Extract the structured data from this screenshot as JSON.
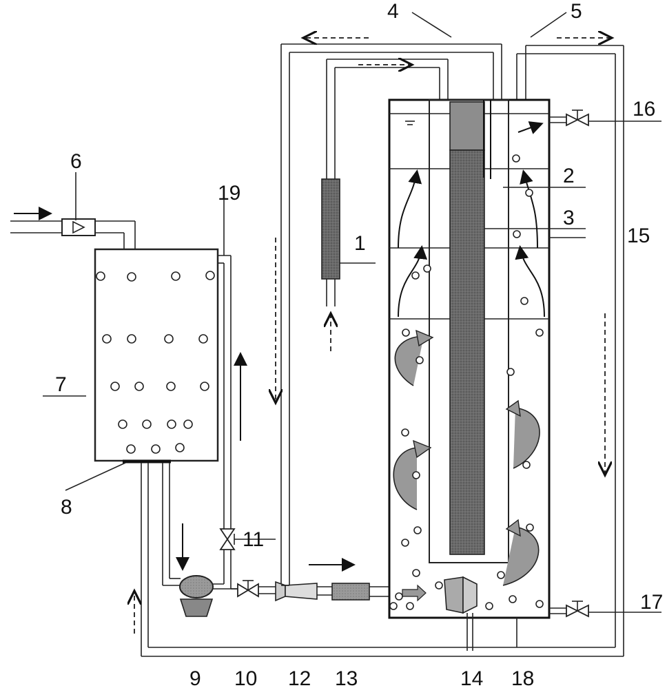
{
  "labels": {
    "l1": "1",
    "l2": "2",
    "l3": "3",
    "l4": "4",
    "l5": "5",
    "l6": "6",
    "l7": "7",
    "l8": "8",
    "l9": "9",
    "l10": "10",
    "l11": "11",
    "l12": "12",
    "l13": "13",
    "l14": "14",
    "l15": "15",
    "l16": "16",
    "l17": "17",
    "l18": "18",
    "l19": "19"
  },
  "colors": {
    "line": "#222222",
    "reactor_core": "#5a5a5a",
    "core_top": "#8a8a8a",
    "fill_light": "#b5b5b5"
  }
}
